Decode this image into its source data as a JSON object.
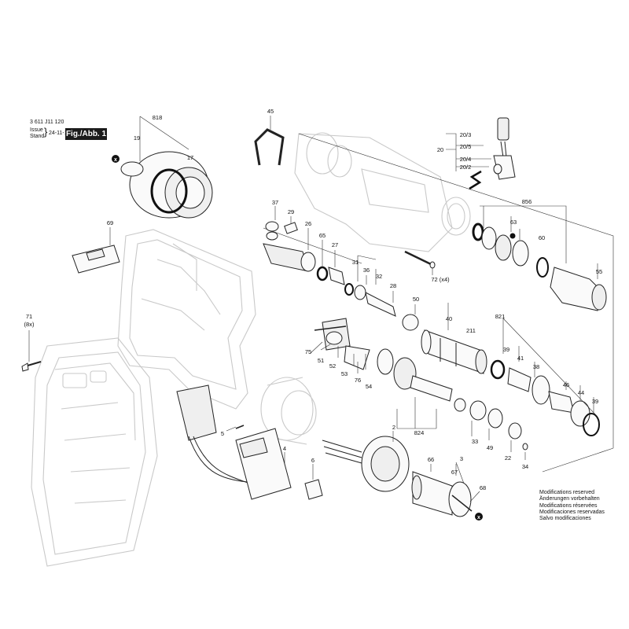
{
  "header": {
    "doc_number": "3 611 J11 120",
    "issue_label": "Issue",
    "stand_label": "Stand",
    "brace": "}",
    "date": "24-11-19",
    "figure": "Fig./Abb. 1"
  },
  "notes": [
    "Modifications reserved",
    "Änderungen vorbehalten",
    "Modifications réservées",
    "Modificaciones reservadas",
    "Salvo modificaciones"
  ],
  "part_labels": {
    "p818": "818",
    "p19": "19",
    "p17": "17",
    "p69": "69",
    "p71": "71",
    "p71q": "(8x)",
    "p45": "45",
    "p37": "37",
    "p29": "29",
    "p26": "26",
    "p65": "65",
    "p27": "27",
    "p31": "31",
    "p36": "36",
    "p32": "32",
    "p28": "28",
    "p50": "50",
    "p72": "72 (x4)",
    "p20": "20",
    "p20_3": "20/3",
    "p20_5": "20/5",
    "p20_4": "20/4",
    "p20_2": "20/2",
    "p856": "856",
    "p63": "63",
    "p60": "60",
    "p55": "55",
    "p40": "40",
    "p211": "211",
    "p821": "821",
    "p39a": "39",
    "p41": "41",
    "p38": "38",
    "p46": "46",
    "p44": "44",
    "p39b": "39",
    "p75": "75",
    "p51": "51",
    "p52": "52",
    "p53": "53",
    "p76": "76",
    "p54": "54",
    "p824": "824",
    "p33": "33",
    "p49": "49",
    "p22": "22",
    "p34": "34",
    "p5": "5",
    "p4": "4",
    "p2": "2",
    "p6": "6",
    "p66": "66",
    "p3": "3",
    "p67": "67",
    "p68": "68"
  },
  "markers": {
    "x1": "x",
    "x2": "x"
  }
}
